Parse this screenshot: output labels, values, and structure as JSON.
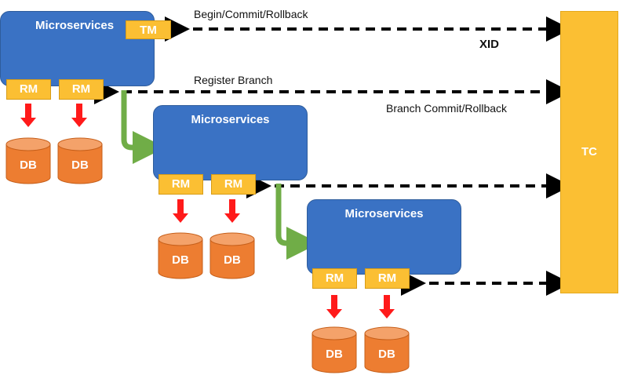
{
  "labels": {
    "microservices": "Microservices",
    "tm": "TM",
    "rm": "RM",
    "db": "DB",
    "tc": "TC",
    "begin_commit_rollback": "Begin/Commit/Rollback",
    "xid": "XID",
    "register_branch": "Register Branch",
    "branch_commit_rollback": "Branch Commit/Rollback"
  },
  "colors": {
    "service_blue": "#3a72c4",
    "rm_yellow": "#fbbf33",
    "db_orange": "#ed7d31",
    "arrow_red": "#ff0000",
    "flow_green": "#70ad47"
  }
}
